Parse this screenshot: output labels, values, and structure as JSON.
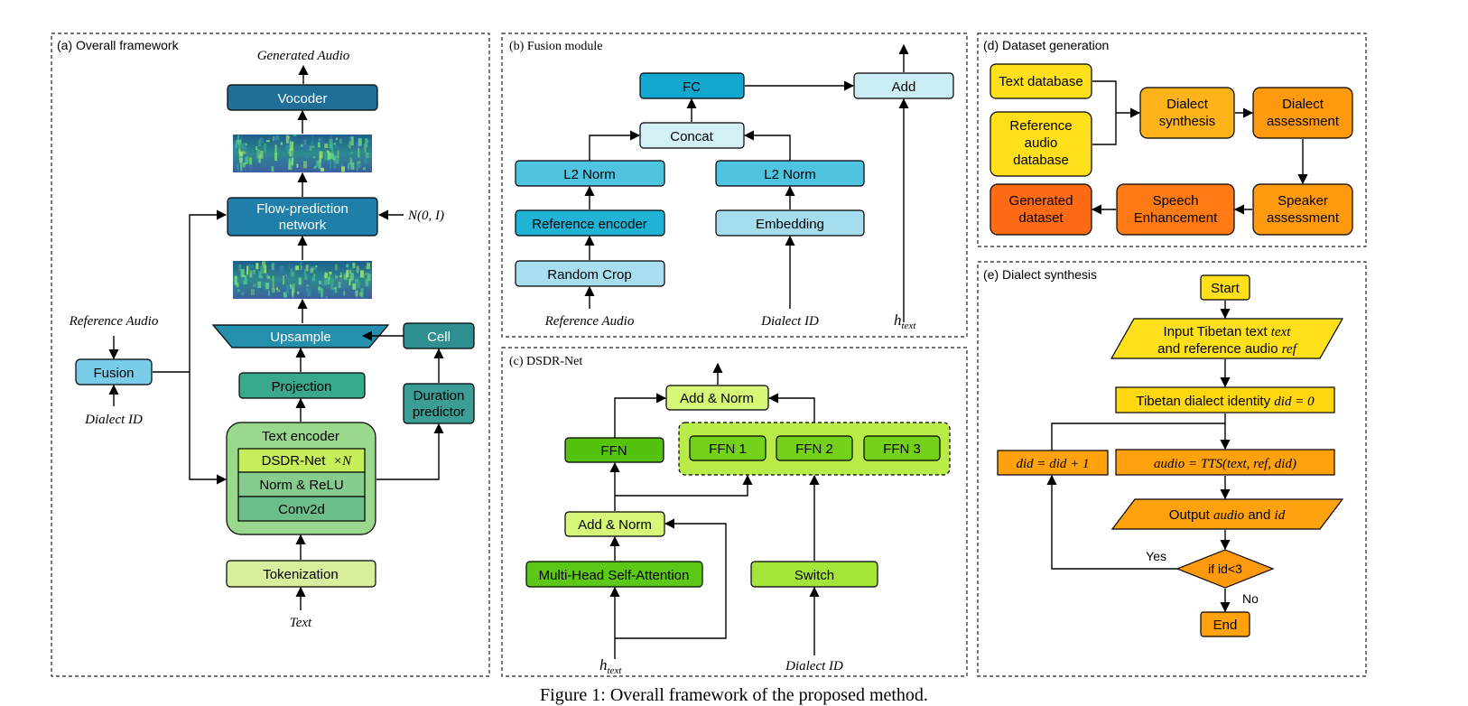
{
  "caption": "Figure 1: Overall framework of the proposed method.",
  "panels": {
    "a": {
      "title": "(a) Overall framework",
      "generated_audio": "Generated Audio",
      "vocoder": "Vocoder",
      "flow_prediction": [
        "Flow-prediction",
        "network"
      ],
      "noise": "N(0, I)",
      "upsample": "Upsample",
      "cell": "Cell",
      "projection": "Projection",
      "duration_predictor": [
        "Duration",
        "predictor"
      ],
      "text_encoder": "Text encoder",
      "dsdr_net": "DSDR-Net",
      "times_n": "×N",
      "norm_relu": "Norm & ReLU",
      "conv2d": "Conv2d",
      "tokenization": "Tokenization",
      "text": "Text",
      "reference_audio": "Reference Audio",
      "fusion": "Fusion",
      "dialect_id": "Dialect ID"
    },
    "b": {
      "title": "(b) Fusion module",
      "fc": "FC",
      "add": "Add",
      "concat": "Concat",
      "l2_norm": "L2 Norm",
      "reference_encoder": "Reference encoder",
      "embedding": "Embedding",
      "random_crop": "Random Crop",
      "reference_audio": "Reference Audio",
      "dialect_id": "Dialect ID",
      "h_text": "h",
      "h_text_sub": "text"
    },
    "c": {
      "title": "(c) DSDR-Net",
      "add_norm": "Add & Norm",
      "ffn": "FFN",
      "ffn1": "FFN 1",
      "ffn2": "FFN 2",
      "ffn3": "FFN 3",
      "mhsa": "Multi-Head Self-Attention",
      "switch": "Switch",
      "h_text": "h",
      "h_text_sub": "text",
      "dialect_id": "Dialect ID"
    },
    "d": {
      "title": "(d) Dataset generation",
      "text_database": "Text database",
      "reference_audio_database": [
        "Reference",
        "audio",
        "database"
      ],
      "dialect_synthesis": [
        "Dialect",
        "synthesis"
      ],
      "dialect_assessment": [
        "Dialect",
        "assessment"
      ],
      "speaker_assessment": [
        "Speaker",
        "assessment"
      ],
      "speech_enhancement": [
        "Speech",
        "Enhancement"
      ],
      "generated_dataset": [
        "Generated",
        "dataset"
      ]
    },
    "e": {
      "title": "(e) Dialect synthesis",
      "start": "Start",
      "input_line1_pre": "Input Tibetan text ",
      "input_line1_var": "text",
      "input_line2_pre": "and reference audio ",
      "input_line2_var": "ref",
      "identity_pre": "Tibetan dialect identity ",
      "identity_eq": "did = 0",
      "tts": "audio = TTS(text, ref, did)",
      "increment": "did = did + 1",
      "output_pre": "Output ",
      "output_audio": "audio",
      "output_mid": " and ",
      "output_id": "id",
      "decision": "if id<3",
      "yes": "Yes",
      "no": "No",
      "end": "End"
    }
  },
  "colors": {
    "vocoder": "#1f6f98",
    "flow_prediction": "#1f7fa8",
    "upsample": "#258fae",
    "cell": "#2e8e90",
    "projection": "#3aa88a",
    "duration_predictor": "#3a9e96",
    "text_encoder": "#9ad88e",
    "dsdr_net": "#c6ee5a",
    "norm_relu": "#87cc8f",
    "conv2d": "#6dbf8a",
    "tokenization": "#d8ee9c",
    "fusion": "#79cde8",
    "fc": "#12a7cf",
    "add_b": "#cbeef6",
    "concat": "#d2f0f6",
    "l2_norm": "#4fc4e0",
    "reference_encoder": "#20b3d6",
    "embedding": "#a4ddee",
    "random_crop": "#a8dff0",
    "add_norm_c": "#d6f777",
    "ffn": "#55c20d",
    "ffn_experts": "#73d11b",
    "ffn_group": "#b9ec49",
    "mhsa": "#5cc918",
    "switch": "#a4e53a",
    "yellow": "#ffe01a",
    "orange_light": "#ffb31a",
    "orange_mid": "#ff9a0f",
    "orange_dark": "#ff7a14",
    "flow_box": "#ffd812",
    "flow_orange": "#ffa20d"
  }
}
